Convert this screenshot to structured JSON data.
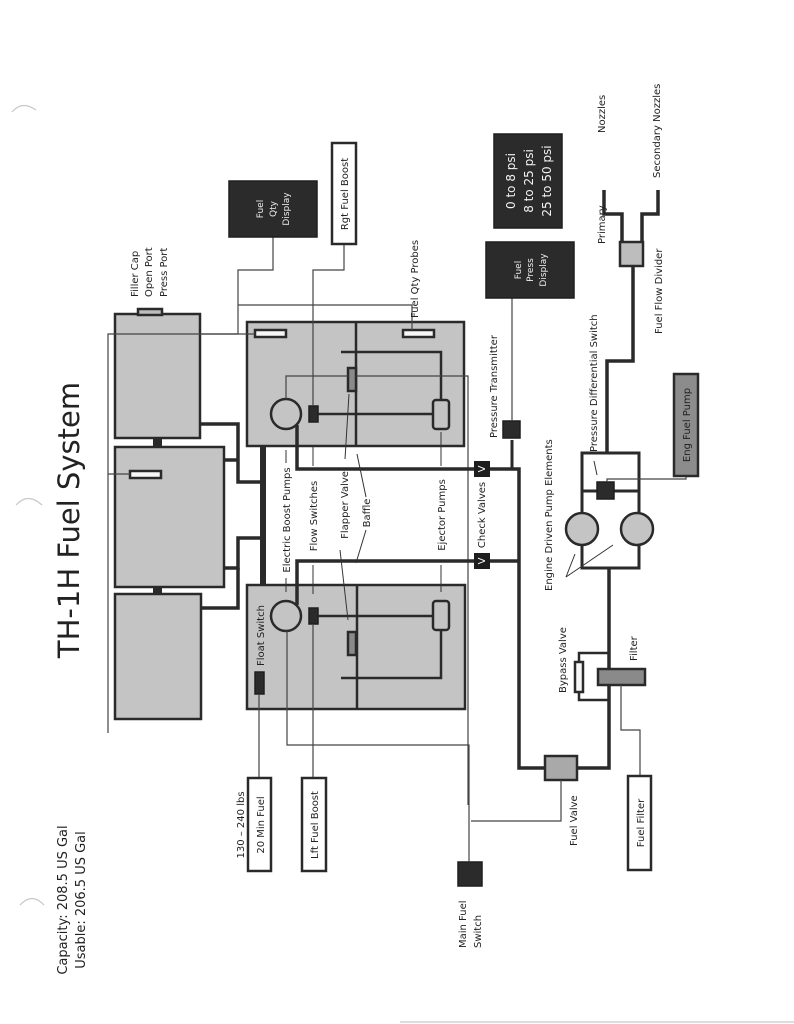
{
  "title": "TH-1H Fuel System",
  "capacity": {
    "capacity_label": "Capacity: 208.5 US Gal",
    "usable_label": "Usable: 206.5 US Gal"
  },
  "labels": {
    "filler_cap": "Filler Cap",
    "open_port": "Open Port",
    "press_port": "Press Port",
    "fuel_qty_probes": "Fuel Qty Probes",
    "float_switch": "Float Switch",
    "electric_boost_pumps": "Electric Boost Pumps",
    "flow_switches": "Flow Switches",
    "flapper_valve": "Flapper Valve",
    "baffle": "Baffle",
    "ejector_pumps": "Ejector Pumps",
    "check_valves": "Check Valves",
    "pressure_transmitter": "Pressure Transmitter",
    "engine_driven_pump_elements": "Engine Driven Pump Elements",
    "pressure_differential_switch": "Pressure Differential Switch",
    "fuel_flow_divider": "Fuel Flow Divider",
    "primary": "Primary",
    "nozzles": "Nozzles",
    "secondary_nozzles": "Secondary Nozzles",
    "bypass_valve": "Bypass Valve",
    "filter": "Filter",
    "fuel_valve": "Fuel Valve",
    "main_fuel_switch_1": "Main Fuel",
    "main_fuel_switch_2": "Switch",
    "low_fuel_range": "130 – 240 lbs",
    "check_valve_glyph": "V"
  },
  "indicators": {
    "fuel_qty_display": [
      "Fuel",
      "Qty",
      "Display"
    ],
    "fuel_press_display": [
      "Fuel",
      "Press",
      "Display"
    ],
    "psi_ranges": [
      "0 to 8 psi",
      "8 to 25 psi",
      "25 to 50 psi"
    ],
    "rgt_fuel_boost": "Rgt Fuel Boost",
    "lft_fuel_boost": "Lft Fuel Boost",
    "min_fuel": "20 Min Fuel",
    "fuel_filter": "Fuel Filter",
    "eng_fuel_pump": "Eng Fuel Pump"
  }
}
